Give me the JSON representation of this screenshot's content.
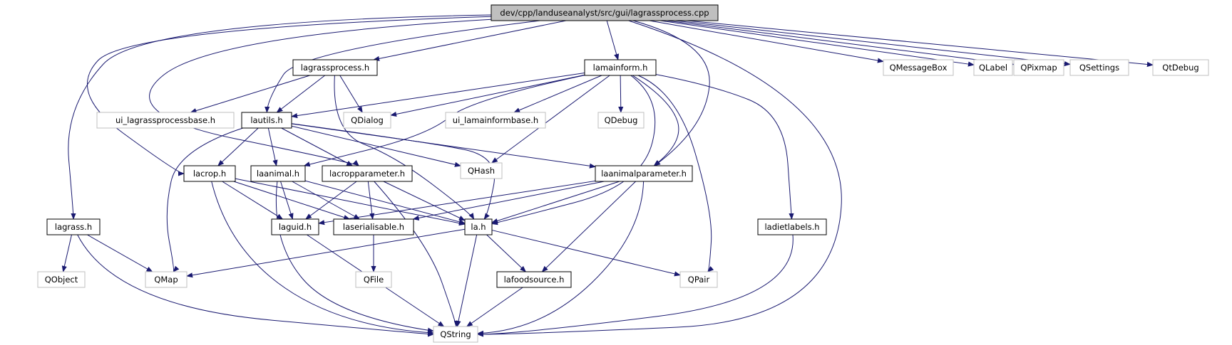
{
  "graph": {
    "colors": {
      "edge": "#191970",
      "node_border_documented": "#000000",
      "node_border_external": "#bfbfbf",
      "root_fill": "#bfbfbf",
      "node_fill": "#ffffff",
      "text": "#000000"
    },
    "nodes": [
      {
        "id": "root",
        "label": "dev/cpp/landuseanalyst/src/gui/lagrassprocess.cpp",
        "kind": "root"
      },
      {
        "id": "lagrassprocess_h",
        "label": "lagrassprocess.h",
        "kind": "documented"
      },
      {
        "id": "lamainform_h",
        "label": "lamainform.h",
        "kind": "documented"
      },
      {
        "id": "qmessagebox",
        "label": "QMessageBox",
        "kind": "external"
      },
      {
        "id": "qlabel",
        "label": "QLabel",
        "kind": "external"
      },
      {
        "id": "qpixmap",
        "label": "QPixmap",
        "kind": "external"
      },
      {
        "id": "qsettings",
        "label": "QSettings",
        "kind": "external"
      },
      {
        "id": "qtdebug",
        "label": "QtDebug",
        "kind": "external"
      },
      {
        "id": "ui_lagrassprocessbase_h",
        "label": "ui_lagrassprocessbase.h",
        "kind": "external"
      },
      {
        "id": "lautils_h",
        "label": "lautils.h",
        "kind": "documented"
      },
      {
        "id": "qdialog",
        "label": "QDialog",
        "kind": "external"
      },
      {
        "id": "ui_lamainformbase_h",
        "label": "ui_lamainformbase.h",
        "kind": "external"
      },
      {
        "id": "qdebug",
        "label": "QDebug",
        "kind": "external"
      },
      {
        "id": "qhash",
        "label": "QHash",
        "kind": "external"
      },
      {
        "id": "lacrop_h",
        "label": "lacrop.h",
        "kind": "documented"
      },
      {
        "id": "laanimal_h",
        "label": "laanimal.h",
        "kind": "documented"
      },
      {
        "id": "lacropparameter_h",
        "label": "lacropparameter.h",
        "kind": "documented"
      },
      {
        "id": "laanimalparameter_h",
        "label": "laanimalparameter.h",
        "kind": "documented"
      },
      {
        "id": "lagrass_h",
        "label": "lagrass.h",
        "kind": "documented"
      },
      {
        "id": "laguid_h",
        "label": "laguid.h",
        "kind": "documented"
      },
      {
        "id": "laserialisable_h",
        "label": "laserialisable.h",
        "kind": "documented"
      },
      {
        "id": "la_h",
        "label": "la.h",
        "kind": "documented"
      },
      {
        "id": "ladietlabels_h",
        "label": "ladietlabels.h",
        "kind": "documented"
      },
      {
        "id": "qobject",
        "label": "QObject",
        "kind": "external"
      },
      {
        "id": "qmap",
        "label": "QMap",
        "kind": "external"
      },
      {
        "id": "qfile",
        "label": "QFile",
        "kind": "external"
      },
      {
        "id": "lafoodsource_h",
        "label": "lafoodsource.h",
        "kind": "documented"
      },
      {
        "id": "qpair",
        "label": "QPair",
        "kind": "external"
      },
      {
        "id": "qstring",
        "label": "QString",
        "kind": "external"
      }
    ],
    "edges": [
      [
        "root",
        "lagrassprocess_h"
      ],
      [
        "root",
        "lamainform_h"
      ],
      [
        "root",
        "qmessagebox"
      ],
      [
        "root",
        "qlabel"
      ],
      [
        "root",
        "qpixmap"
      ],
      [
        "root",
        "qsettings"
      ],
      [
        "root",
        "qtdebug"
      ],
      [
        "root",
        "lautils_h"
      ],
      [
        "root",
        "lacrop_h"
      ],
      [
        "root",
        "lacropparameter_h"
      ],
      [
        "root",
        "laanimalparameter_h"
      ],
      [
        "root",
        "lagrass_h"
      ],
      [
        "root",
        "qstring"
      ],
      [
        "lagrassprocess_h",
        "ui_lagrassprocessbase_h"
      ],
      [
        "lagrassprocess_h",
        "lautils_h"
      ],
      [
        "lagrassprocess_h",
        "qdialog"
      ],
      [
        "lagrassprocess_h",
        "la_h"
      ],
      [
        "lamainform_h",
        "lautils_h"
      ],
      [
        "lamainform_h",
        "qdialog"
      ],
      [
        "lamainform_h",
        "ui_lamainformbase_h"
      ],
      [
        "lamainform_h",
        "qdebug"
      ],
      [
        "lamainform_h",
        "qhash"
      ],
      [
        "lamainform_h",
        "laanimal_h"
      ],
      [
        "lamainform_h",
        "laanimalparameter_h"
      ],
      [
        "lamainform_h",
        "la_h"
      ],
      [
        "lamainform_h",
        "ladietlabels_h"
      ],
      [
        "lamainform_h",
        "qpair"
      ],
      [
        "lautils_h",
        "qhash"
      ],
      [
        "lautils_h",
        "lacrop_h"
      ],
      [
        "lautils_h",
        "laanimal_h"
      ],
      [
        "lautils_h",
        "lacropparameter_h"
      ],
      [
        "lautils_h",
        "laanimalparameter_h"
      ],
      [
        "lautils_h",
        "qmap"
      ],
      [
        "lautils_h",
        "la_h"
      ],
      [
        "lacrop_h",
        "laguid_h"
      ],
      [
        "lacrop_h",
        "laserialisable_h"
      ],
      [
        "lacrop_h",
        "la_h"
      ],
      [
        "lacrop_h",
        "qstring"
      ],
      [
        "laanimal_h",
        "laguid_h"
      ],
      [
        "laanimal_h",
        "laserialisable_h"
      ],
      [
        "laanimal_h",
        "la_h"
      ],
      [
        "laanimal_h",
        "qstring"
      ],
      [
        "lacropparameter_h",
        "laguid_h"
      ],
      [
        "lacropparameter_h",
        "laserialisable_h"
      ],
      [
        "lacropparameter_h",
        "la_h"
      ],
      [
        "lacropparameter_h",
        "qstring"
      ],
      [
        "laanimalparameter_h",
        "laguid_h"
      ],
      [
        "laanimalparameter_h",
        "laserialisable_h"
      ],
      [
        "laanimalparameter_h",
        "la_h"
      ],
      [
        "laanimalparameter_h",
        "lafoodsource_h"
      ],
      [
        "laanimalparameter_h",
        "qstring"
      ],
      [
        "lagrass_h",
        "qobject"
      ],
      [
        "lagrass_h",
        "qmap"
      ],
      [
        "lagrass_h",
        "qstring"
      ],
      [
        "laguid_h",
        "qstring"
      ],
      [
        "laserialisable_h",
        "qfile"
      ],
      [
        "la_h",
        "qmap"
      ],
      [
        "la_h",
        "lafoodsource_h"
      ],
      [
        "la_h",
        "qpair"
      ],
      [
        "la_h",
        "qstring"
      ],
      [
        "lafoodsource_h",
        "qstring"
      ],
      [
        "ladietlabels_h",
        "qstring"
      ]
    ]
  }
}
